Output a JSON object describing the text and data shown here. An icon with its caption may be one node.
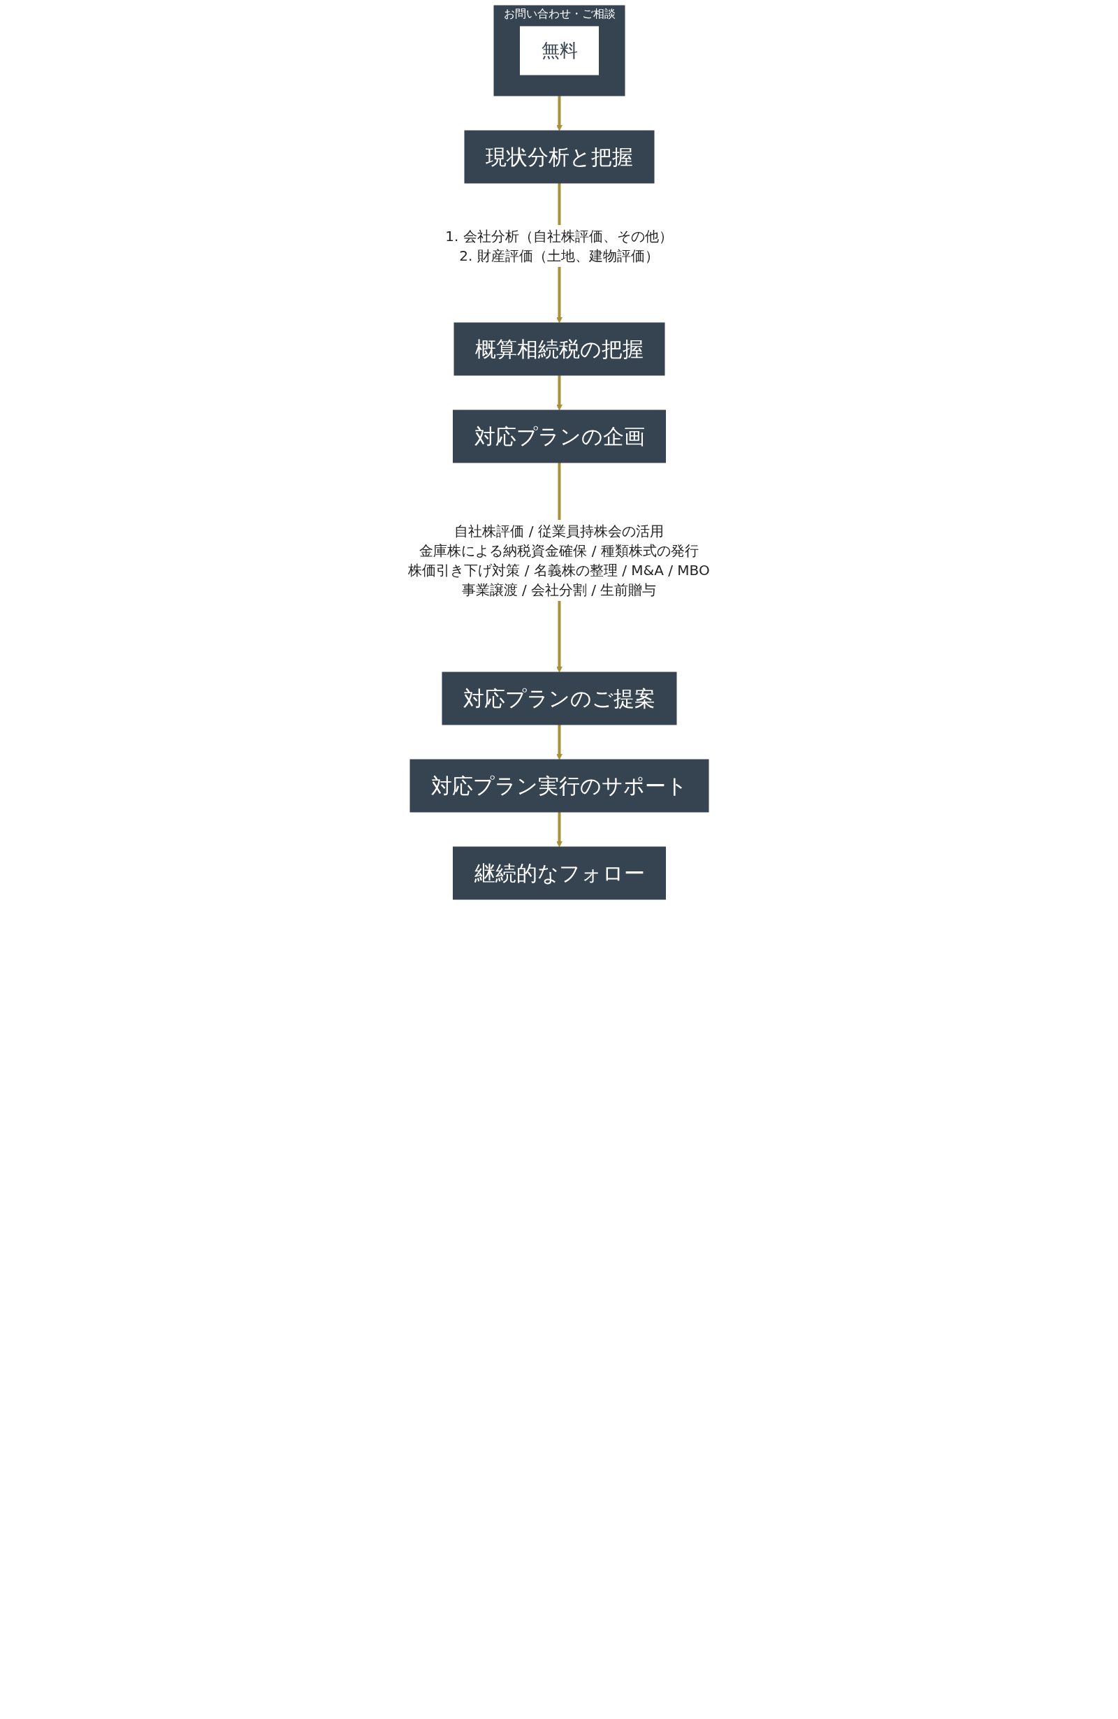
{
  "diagram": {
    "nodes": [
      {
        "text": [
          "お問い合わせ・ご相談"
        ]
      },
      {
        "text": [
          "無料"
        ],
        "in": 0
      },
      {
        "text": [
          "現状分析と把握"
        ],
        "beside": [
          "1. 会社分析（自社株評価、その他）",
          "2. 財産評価（土地、建物評価）"
        ]
      },
      {
        "text": [
          "概算相続税の把握"
        ]
      },
      {
        "text": [
          "対応プランの企画"
        ],
        "beside": [
          "自社株評価 / 従業員持株会の活用",
          "金庫株による納税資金確保 / 種類株式の発行",
          "株価引き下げ対策 / 名義株の整理 / M&A / MBO",
          "事業譲渡 / 会社分割 / 生前贈与"
        ]
      },
      {
        "text": [
          "対応プランのご提案"
        ]
      },
      {
        "text": [
          "対応プラン実行のサポート"
        ]
      },
      {
        "text": [
          "継続的なフォロー"
        ]
      }
    ],
    "edges": [
      {
        "from": 0,
        "to": 2,
        "arrow": "to"
      },
      {
        "from": 2,
        "to": 3,
        "arrow": "to"
      },
      {
        "from": 3,
        "to": 4,
        "arrow": "to"
      },
      {
        "from": 4,
        "to": 5,
        "arrow": "to"
      },
      {
        "from": 5,
        "to": 6,
        "arrow": "to"
      },
      {
        "from": 6,
        "to": 7,
        "arrow": "to"
      }
    ]
  }
}
